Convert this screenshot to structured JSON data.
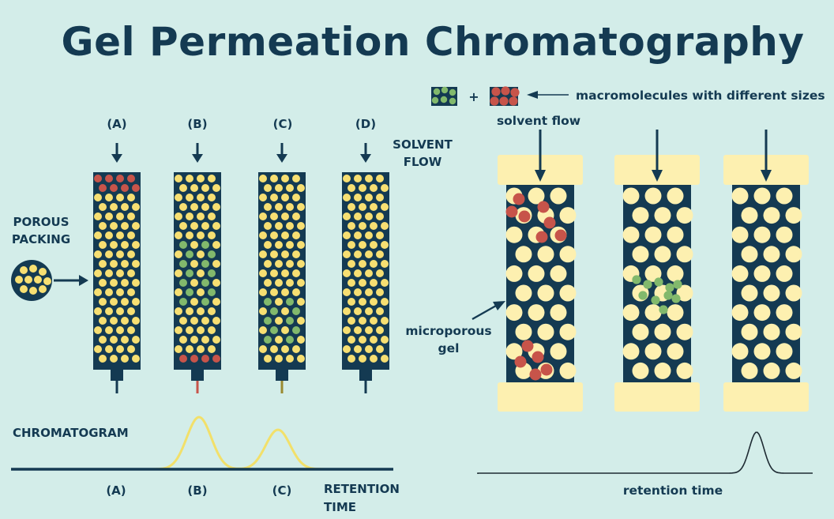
{
  "title": "Gel Permeation Chromatography",
  "left": {
    "column_labels": [
      "(A)",
      "(B)",
      "(C)",
      "(D)"
    ],
    "solvent_flow": [
      "SOLVENT",
      "FLOW"
    ],
    "porous_packing": [
      "POROUS",
      "PACKING"
    ],
    "chromatogram_label": "CHROMATOGRAM",
    "axis_labels": [
      "(A)",
      "(B)",
      "(C)"
    ],
    "retention_time": [
      "RETENTION",
      "TIME"
    ]
  },
  "right": {
    "legend_plus": "+",
    "legend_text": "macromolecules with different sizes",
    "solvent_flow": "solvent flow",
    "microporous_gel": [
      "microporous",
      "gel"
    ],
    "retention_time": "retention time"
  },
  "colors": {
    "background": "#d3ede9",
    "navy": "#143a52",
    "yellow_bead": "#f7df72",
    "cream_bead": "#fdf0b0",
    "red_molecule": "#c7544a",
    "green_molecule": "#82b96c",
    "chromatogram_line": "#f2e06a"
  }
}
